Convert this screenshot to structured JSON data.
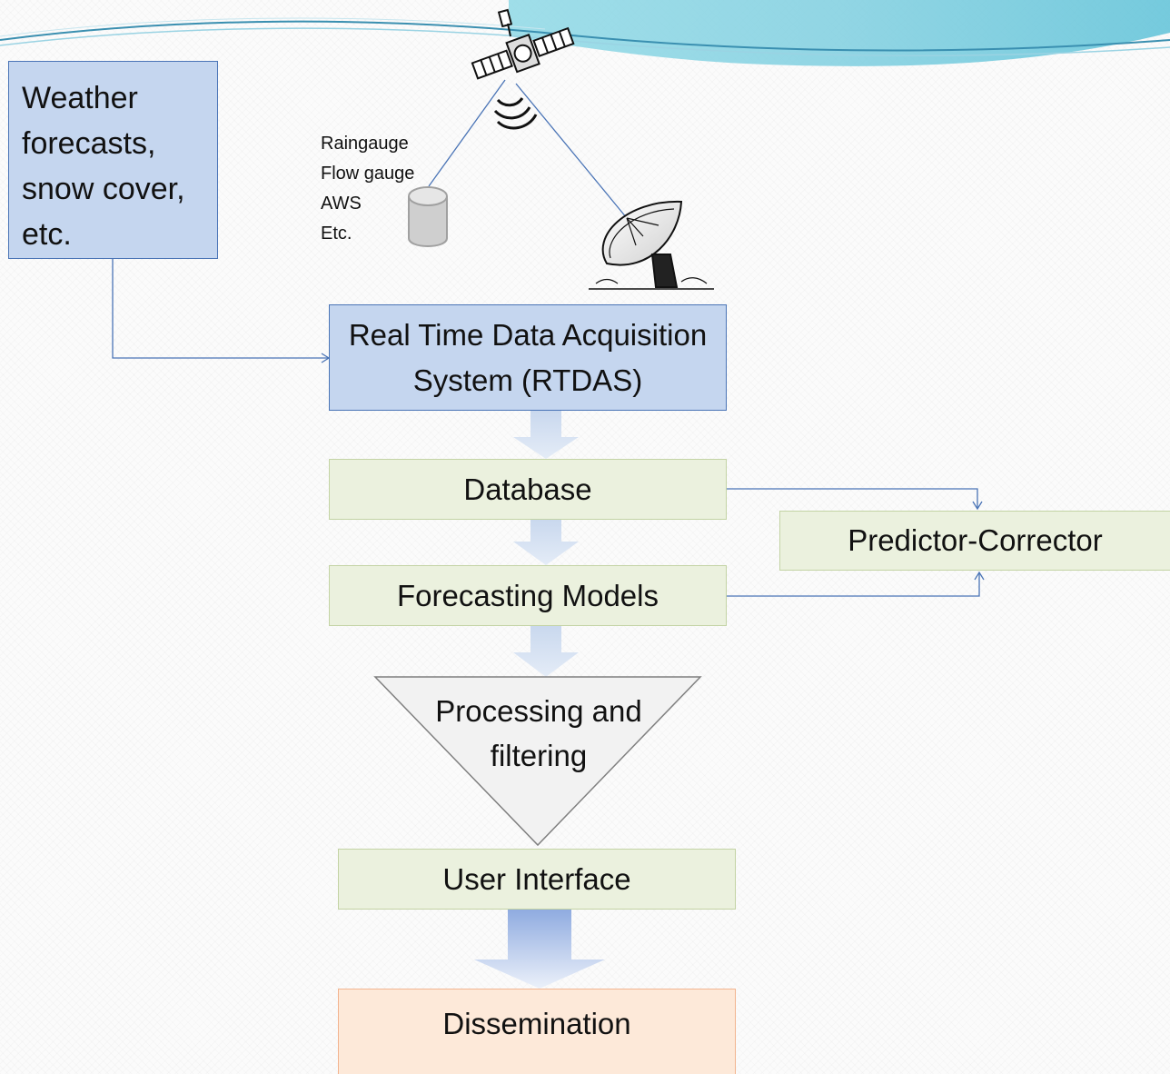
{
  "nodes": {
    "weather": "Weather forecasts, snow cover, etc.",
    "rtdas": "Real Time Data Acquisition System (RTDAS)",
    "database": "Database",
    "forecasting_models": "Forecasting Models",
    "predictor_corrector": "Predictor-Corrector",
    "processing": "Processing and filtering",
    "user_interface": "User Interface",
    "dissemination": "Dissemination"
  },
  "gauges": [
    "Raingauge",
    "Flow gauge",
    "AWS",
    "Etc."
  ],
  "icons": [
    "satellite-icon",
    "cylinder-icon",
    "satellite-dish-icon",
    "wave-banner"
  ],
  "colors": {
    "blue_fill": "#c5d6ef",
    "blue_border": "#4a74b6",
    "green_fill": "#ebf1de",
    "green_border": "#c3d3a4",
    "peach_fill": "#fde9d9",
    "peach_border": "#f2b48f",
    "connector": "#4a74b6"
  }
}
